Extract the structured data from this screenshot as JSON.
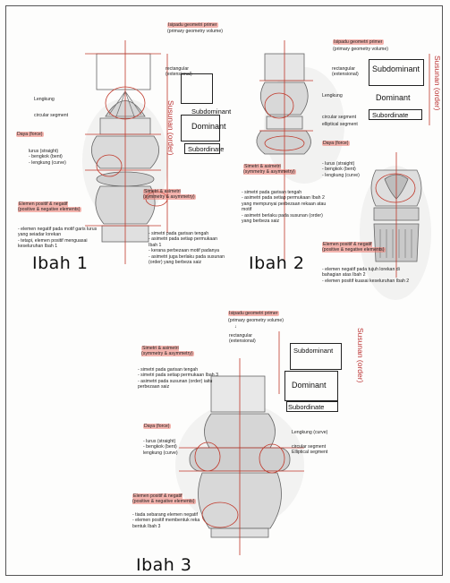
{
  "colors": {
    "accent": "#e9776e",
    "line": "#c0392b",
    "pencil": "#555555"
  },
  "ibah1": {
    "title": "Ibah 1",
    "geo_title": "Isipadu geometri primer",
    "geo_sub": "(primary geometry volume)",
    "rect": "rectangular\n(extensional)",
    "order": "Susunan (order)",
    "subdominant": "Subdominant",
    "dominant": "Dominant",
    "subordinate": "Subordinate",
    "lengkung": "Lengkung",
    "circular": "circular segment",
    "daya": "Daya (force)",
    "daya_items": "lurus (straight)\n- bengkok (bent)\n- lengkung (curve)",
    "simetri": "Simetri & asimetri\n(symmetry & asymmetry)",
    "simetri_notes": "- simetri pada garisan tengah\n- asimetri pada setiap permukaan\nIbah 1\n- kerana perbezaan motif padanya\n- asimetri juga berlaku pada susunan\n(order) yang berbeza saiz",
    "elemen": "Elemen positif & negatif\n(positive & negative elements)",
    "elemen_notes": "- elemen negatif pada motif garis lurus\nyang seiadar lorekan\n- tetapi, elemen positif menguasai\nkeseluruhan Ibah 1"
  },
  "ibah2": {
    "title": "Ibah 2",
    "geo_title": "Isipadu geometri primer",
    "geo_sub": "(primary geometry volume)",
    "rect": "rectangular\n(extensional)",
    "order": "Susunan (order)",
    "subdominant": "Subdominant",
    "dominant": "Dominant",
    "subordinate": "Subordinate",
    "lengkung": "Lengkung",
    "circular": "circular segment",
    "elliptical": "elliptical segment",
    "daya": "Daya (force)",
    "daya_items": "- lurus (straight)\n- bengkok (bent)\n- lengkung (curve)",
    "simetri": "Simetri & asimetri\n(symmetry & asymmetry)",
    "simetri_notes": "- simetri pada garisan tengah\n- asimetri pada setiap permukaan Ibah 2\nyang mempunyai perbezaan rekaan atau\nmotif\n- asimetri berlaku pada susunan (order)\nyang berbeza saiz",
    "elemen": "Elemen positif & negatif\n(positive & negative elements)",
    "elemen_notes": "- elemen negatif pada tujuh lorekan di\nbahagian atas Ibah 2\n- elemen positif kuasai keseluruhan Ibah 2"
  },
  "ibah3": {
    "title": "Ibah 3",
    "geo_title": "Isipadu geometri primer",
    "geo_sub": "(primary geometry volume)",
    "rect": "rectangular\n(extensional)",
    "order": "Susunan (order)",
    "subdominant": "Subdominant",
    "dominant": "Dominant",
    "subordinate": "Subordinate",
    "lengkung": "Lengkung (curve)",
    "circular": "circular segment\nElliptical segment",
    "daya": "Daya (force)",
    "daya_items": "- lurus (straight)\n- bengkok (bent)\nlengkung (curve)",
    "simetri": "Simetri & asimetri\n(symmetry & asymmetry)",
    "simetri_notes": "- simetri pada garisan tengah\n- simetri pada setiap permukaan Ibah 3\n- asimetri pada susunan (order) iaitu\nperbezaan saiz",
    "elemen": "Elemen positif & negatif\n(positive & negative elements)",
    "elemen_notes": "- tiada sebarang elemen negatif\n- elemen positif membentuk reka\nbentuk Ibah 3"
  }
}
